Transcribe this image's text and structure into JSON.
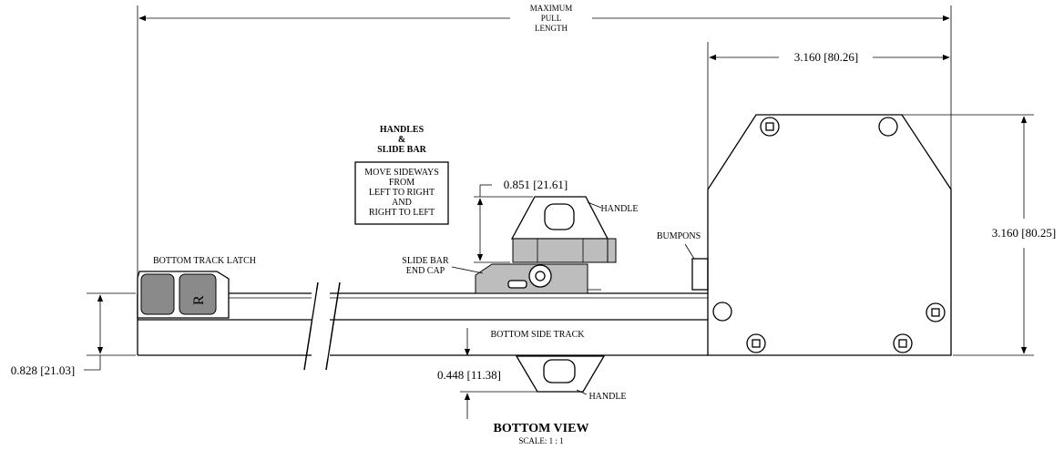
{
  "dims": {
    "max_pull": [
      "MAXIMUM",
      "PULL",
      "LENGTH"
    ],
    "top_width": "3.160 [80.26]",
    "right_height": "3.160 [80.25]",
    "handle_height": "0.851 [21.61]",
    "left_height": "0.828 [21.03]",
    "bottom_handle": "0.448 [11.38]"
  },
  "labels": {
    "handles_title": "HANDLES",
    "ampersand": "&",
    "slide_bar": "SLIDE BAR",
    "move_note": [
      "MOVE SIDEWAYS",
      "FROM",
      "LEFT TO RIGHT",
      "AND",
      "RIGHT TO LEFT"
    ],
    "handle": "HANDLE",
    "bumpons": "BUMPONS",
    "slide_bar_end_cap": [
      "SLIDE BAR",
      "END CAP"
    ],
    "bottom_track_latch": "BOTTOM TRACK LATCH",
    "bottom_side_track": "BOTTOM SIDE TRACK",
    "handle_bottom": "HANDLE",
    "latch_letter": "R"
  },
  "footer": {
    "title": "BOTTOM VIEW",
    "scale": "SCALE: 1 : 1"
  }
}
